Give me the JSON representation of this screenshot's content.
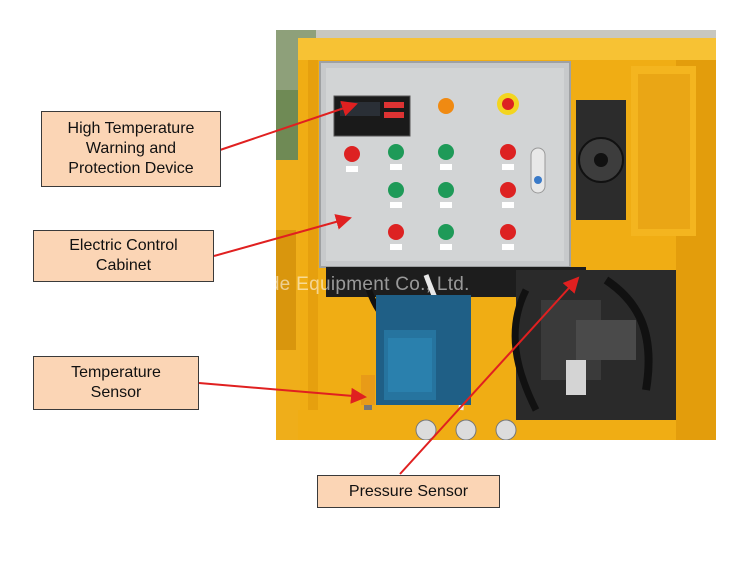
{
  "labels": {
    "high_temp": "High Temperature\nWarning and\nProtection Device",
    "cabinet": "Electric Control\nCabinet",
    "temp_sensor": "Temperature\nSensor",
    "pressure_sensor": "Pressure Sensor"
  },
  "watermark": "Gaode Equipment Co., Ltd.",
  "colors": {
    "label_fill": "#fbd5b5",
    "arrow": "#e02020",
    "frame": "#f2b21c",
    "panel": "#c9cbcd"
  }
}
